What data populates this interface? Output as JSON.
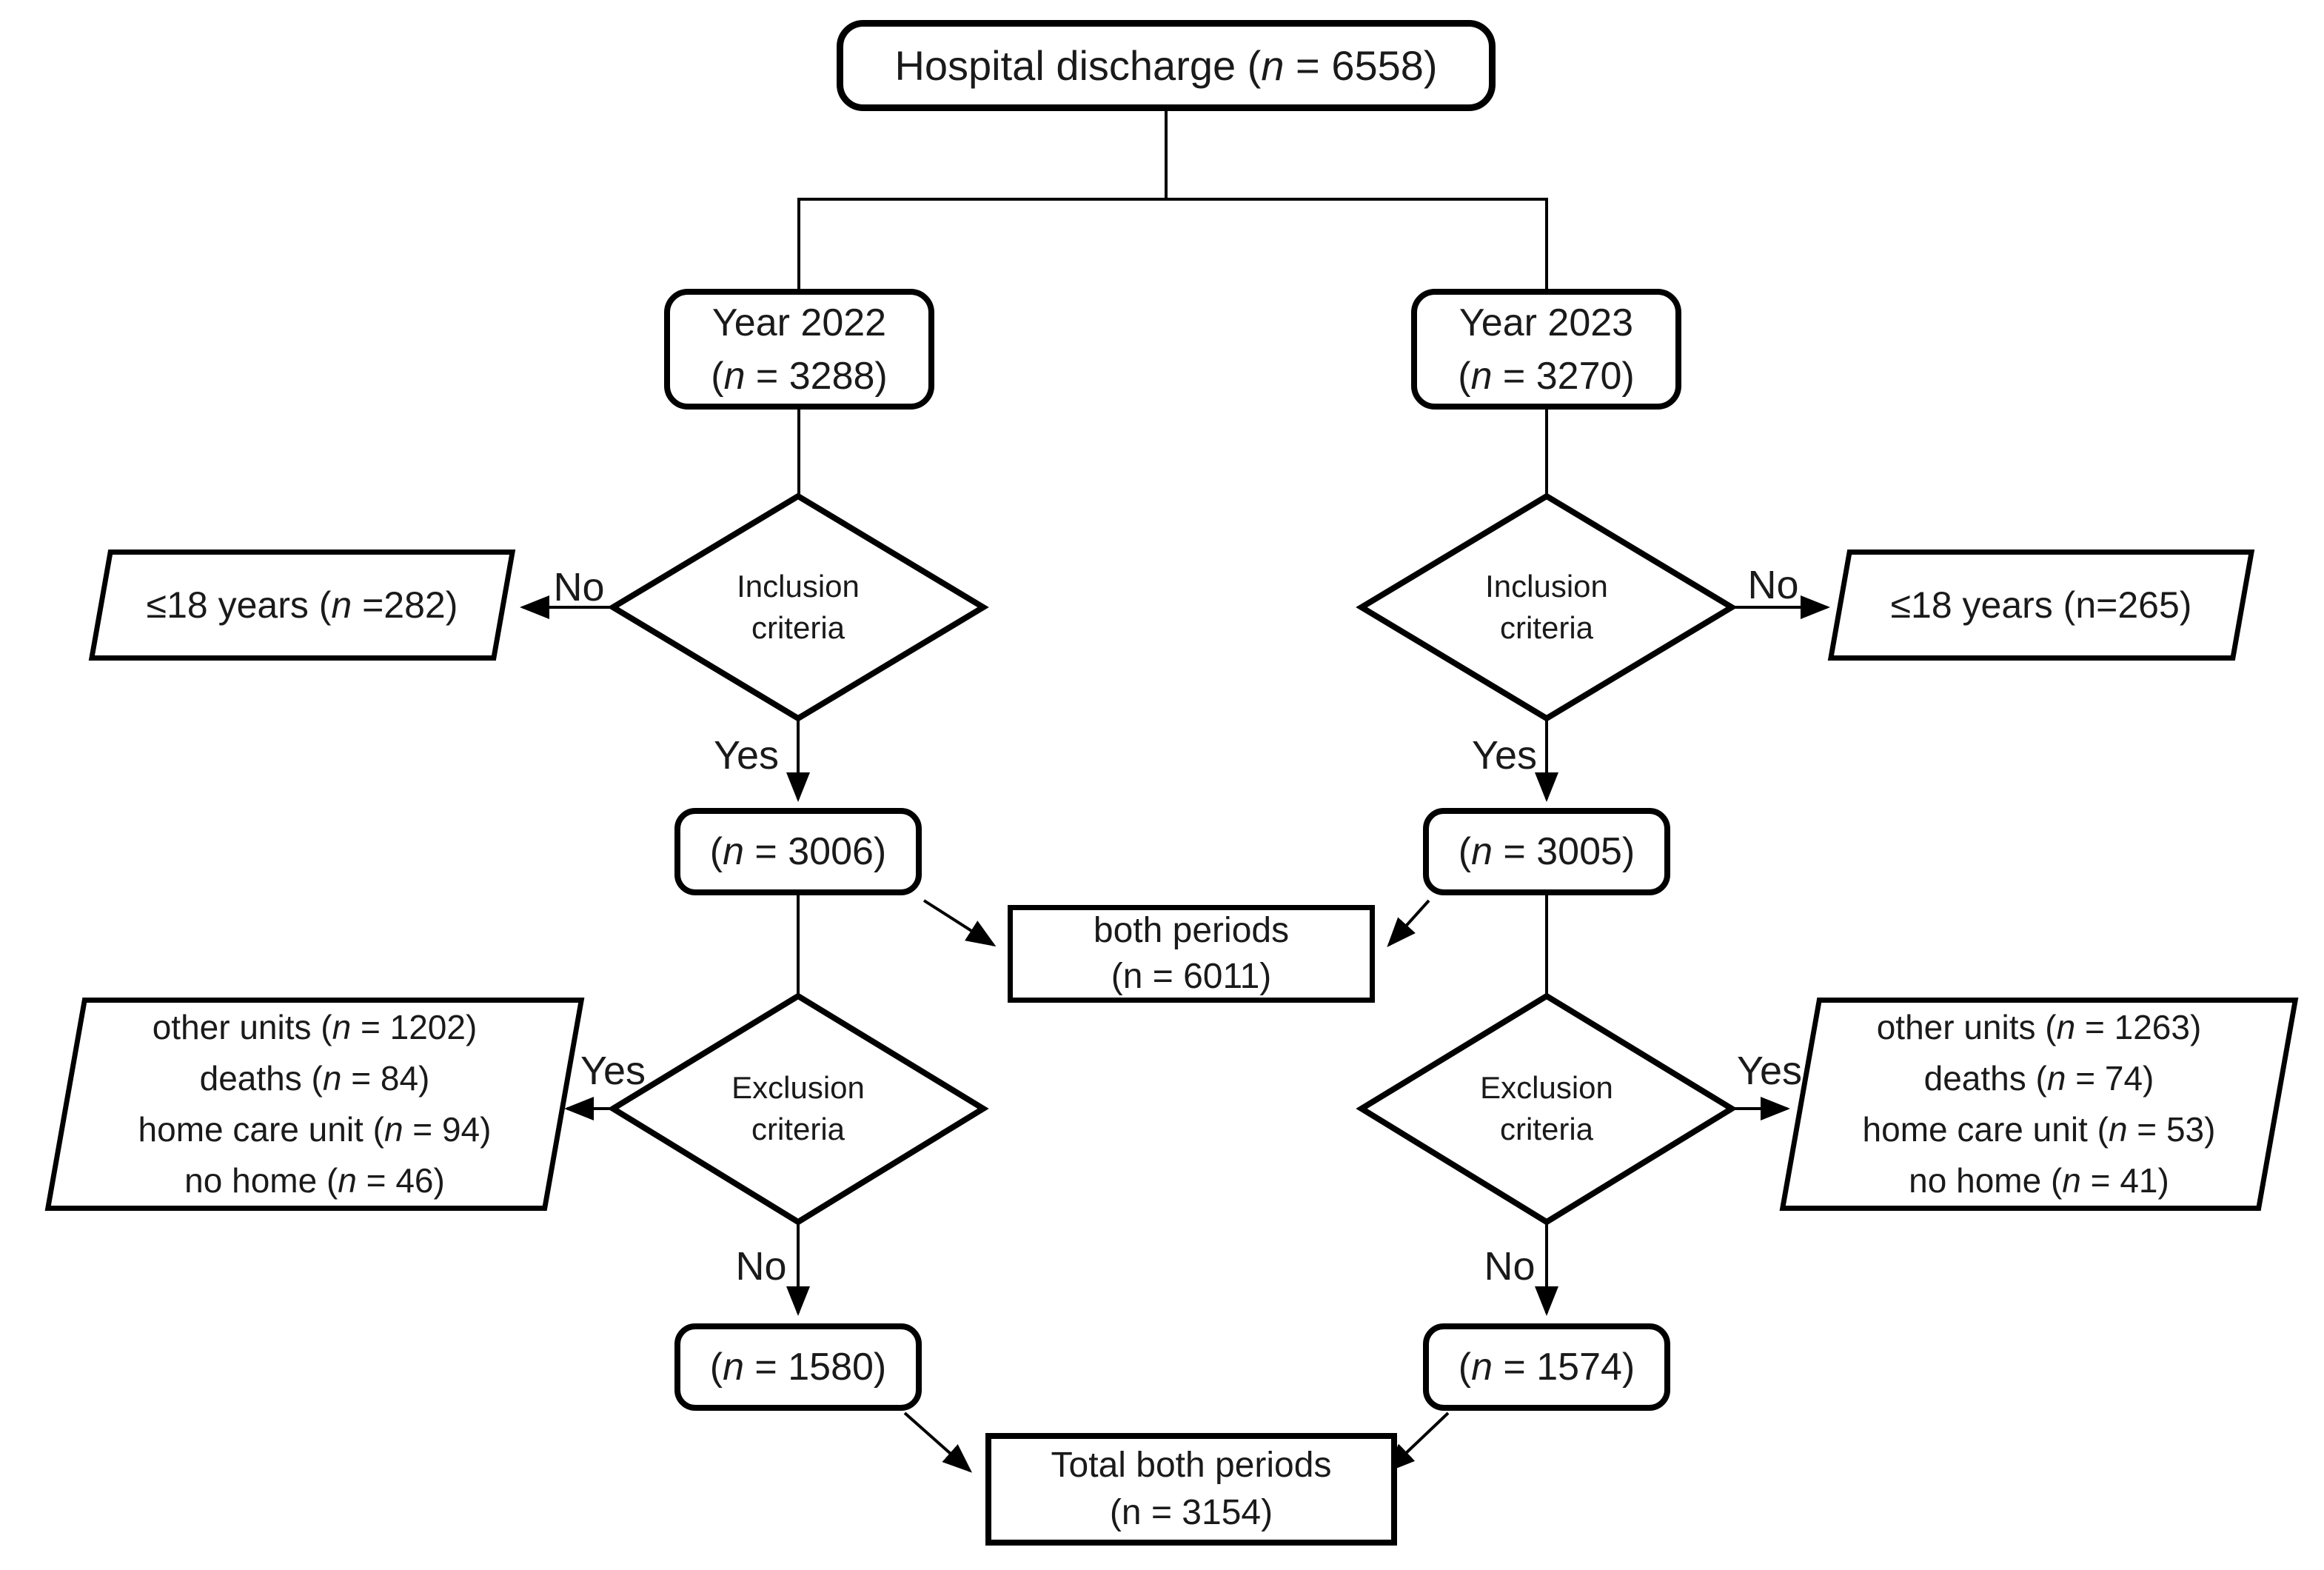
{
  "colors": {
    "stroke": "#000000",
    "text": "#1a1a1a",
    "background": "#ffffff"
  },
  "root": {
    "label": "Hospital discharge (n = 6558)"
  },
  "left": {
    "year": {
      "line1": "Year 2022",
      "line2": "(n = 3288)"
    },
    "inclusion": {
      "line1": "Inclusion",
      "line2": "criteria"
    },
    "inclusion_no": "No",
    "age_excluded": "≤18 years (n =282)",
    "inclusion_yes": "Yes",
    "after_inclusion": "(n = 3006)",
    "exclusion": {
      "line1": "Exclusion",
      "line2": "criteria"
    },
    "exclusion_yes": "Yes",
    "excluded": [
      "other units (n = 1202)",
      "deaths (n = 84)",
      "home care unit (n = 94)",
      "no home (n = 46)"
    ],
    "exclusion_no": "No",
    "final": "(n = 1580)"
  },
  "right": {
    "year": {
      "line1": "Year 2023",
      "line2": "(n = 3270)"
    },
    "inclusion": {
      "line1": "Inclusion",
      "line2": "criteria"
    },
    "inclusion_no": "No",
    "age_excluded": "≤18 years (n=265)",
    "inclusion_yes": "Yes",
    "after_inclusion": "(n = 3005)",
    "exclusion": {
      "line1": "Exclusion",
      "line2": "criteria"
    },
    "exclusion_yes": "Yes",
    "excluded": [
      "other units (n = 1263)",
      "deaths (n = 74)",
      "home care unit (n = 53)",
      "no home (n = 41)"
    ],
    "exclusion_no": "No",
    "final": "(n = 1574)"
  },
  "merged": {
    "both_periods": {
      "line1": "both periods",
      "line2": "(n = 6011)"
    },
    "total": {
      "line1": "Total both periods",
      "line2": "(n = 3154)"
    }
  }
}
